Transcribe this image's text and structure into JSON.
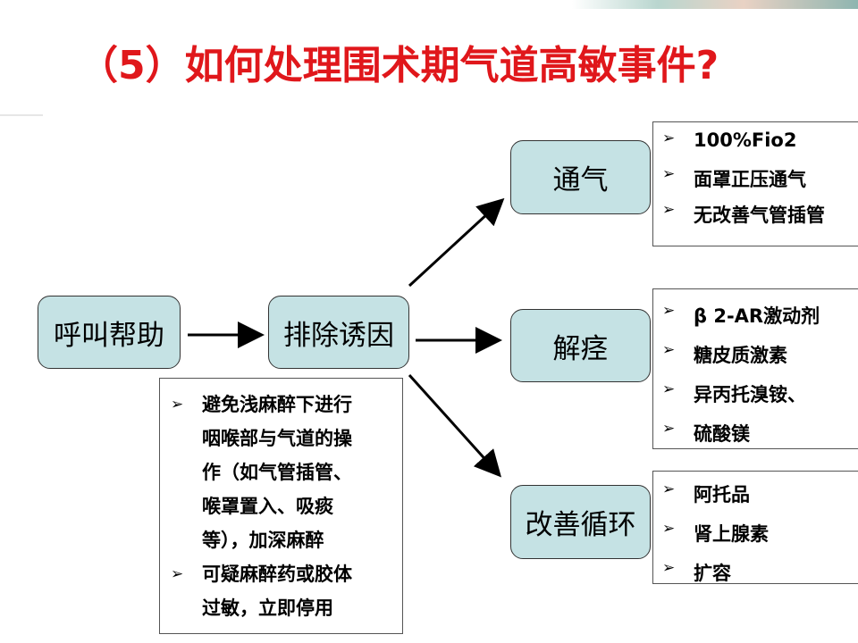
{
  "title": "（5）如何处理围术期气道高敏事件?",
  "bullet_glyph": "➢",
  "nodes": {
    "call_help": "呼叫帮助",
    "remove_cause": "排除诱因",
    "ventilation": "通气",
    "antispasm": "解痉",
    "circulation": "改善循环"
  },
  "lists": {
    "ventilation": [
      "100%Fio2",
      "面罩正压通气",
      "无改善气管插管"
    ],
    "antispasm": [
      "β 2-AR激动剂",
      "糖皮质激素",
      "异丙托溴铵、",
      "硫酸镁"
    ],
    "circulation": [
      "阿托品",
      "肾上腺素",
      "扩容"
    ],
    "remove_cause": [
      [
        "避免浅麻醉下进行",
        "咽喉部与气道的操",
        "作（如气管插管、",
        "喉罩置入、吸痰",
        "等），加深麻醉"
      ],
      [
        "可疑麻醉药或胶体",
        "过敏，立即停用"
      ]
    ]
  },
  "colors": {
    "title": "#e0171b",
    "node_fill": "#c5e2e4",
    "border": "#333333"
  }
}
